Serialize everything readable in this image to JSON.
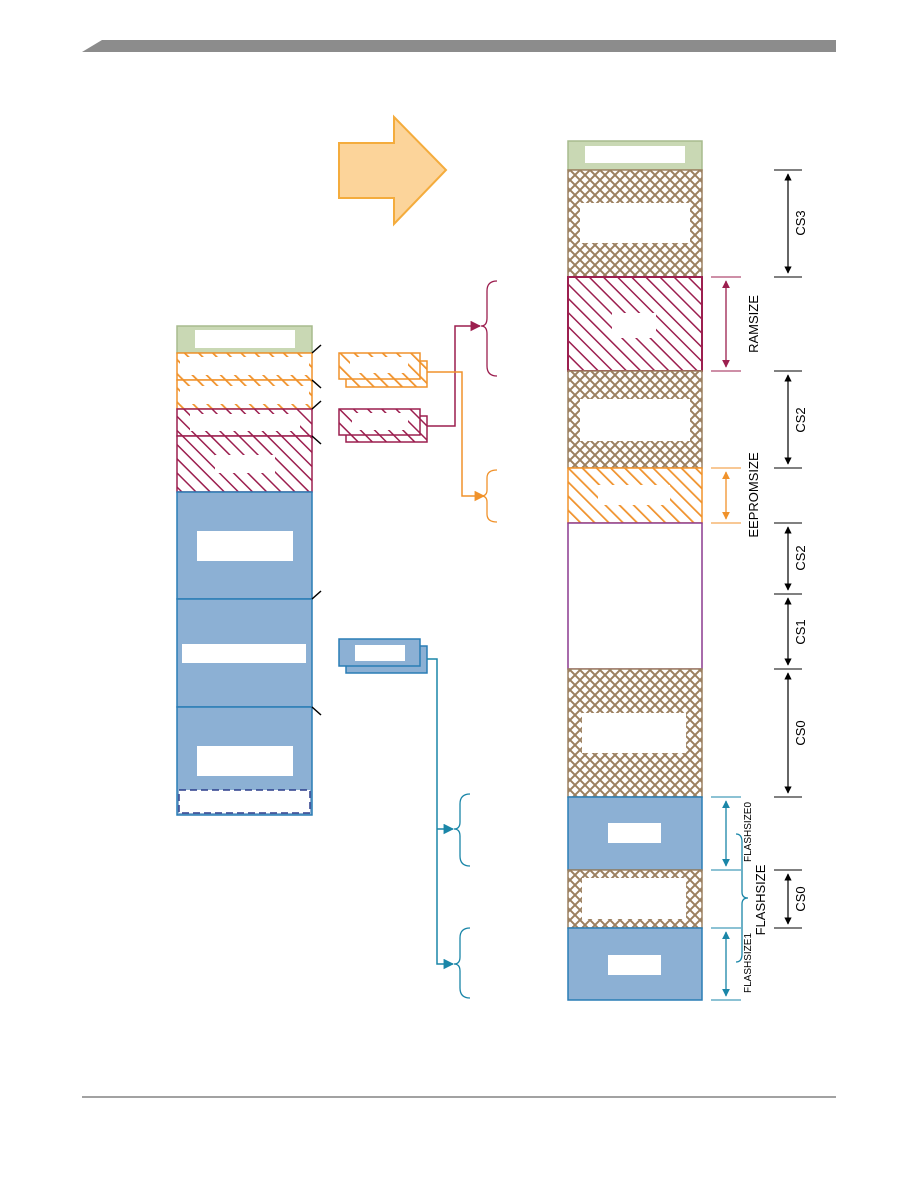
{
  "colors": {
    "header_bar": "#8c8c8c",
    "green": "#c9d8b4",
    "green_border": "#a7bb8d",
    "orange": "#f0922b",
    "crimson": "#9c1f4f",
    "blue_fill": "#8cb0d4",
    "blue_border": "#2a7db5",
    "teal": "#1a86a8",
    "brown": "#9c8060",
    "arrow_fill": "#fcd49a",
    "arrow_stroke": "#f4ac3d",
    "purple": "#8b3a8f",
    "navy": "#2b3d8c"
  },
  "labels": {
    "ramsize": "RAMSIZE",
    "eepromsize": "EEPROMSIZE",
    "flashsize": "FLASHSIZE",
    "flashsize0": "FLASHSIZE0",
    "flashsize1": "FLASHSIZE1",
    "cs3": "CS3",
    "cs2_top": "CS2",
    "cs2_bottom": "CS2",
    "cs1": "CS1",
    "cs0_top": "CS0",
    "cs0_bottom": "CS0"
  }
}
